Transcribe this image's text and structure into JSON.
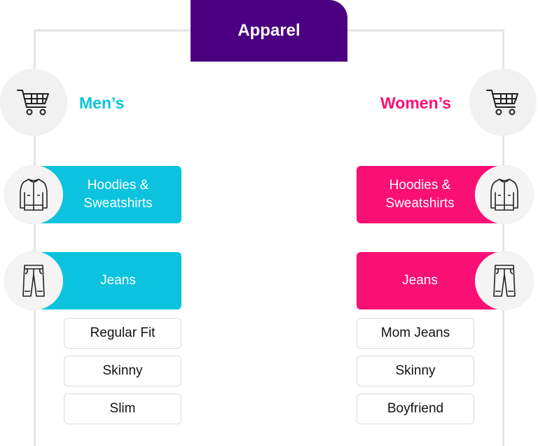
{
  "root": {
    "label": "Apparel",
    "color": "#4b0082"
  },
  "mens": {
    "label": "Men’s",
    "color": "#0bc3de",
    "icon": "shopping-cart-icon",
    "categories": [
      {
        "label": "Hoodies &\nSweatshirts",
        "icon": "jacket-icon"
      },
      {
        "label": "Jeans",
        "icon": "jeans-icon"
      }
    ],
    "jeans_styles": [
      "Regular Fit",
      "Skinny",
      "Slim"
    ]
  },
  "womens": {
    "label": "Women’s",
    "color": "#fa0f74",
    "icon": "shopping-cart-icon",
    "categories": [
      {
        "label": "Hoodies &\nSweatshirts",
        "icon": "jacket-icon"
      },
      {
        "label": "Jeans",
        "icon": "jeans-icon"
      }
    ],
    "jeans_styles": [
      "Mom Jeans",
      "Skinny",
      "Boyfriend"
    ]
  }
}
